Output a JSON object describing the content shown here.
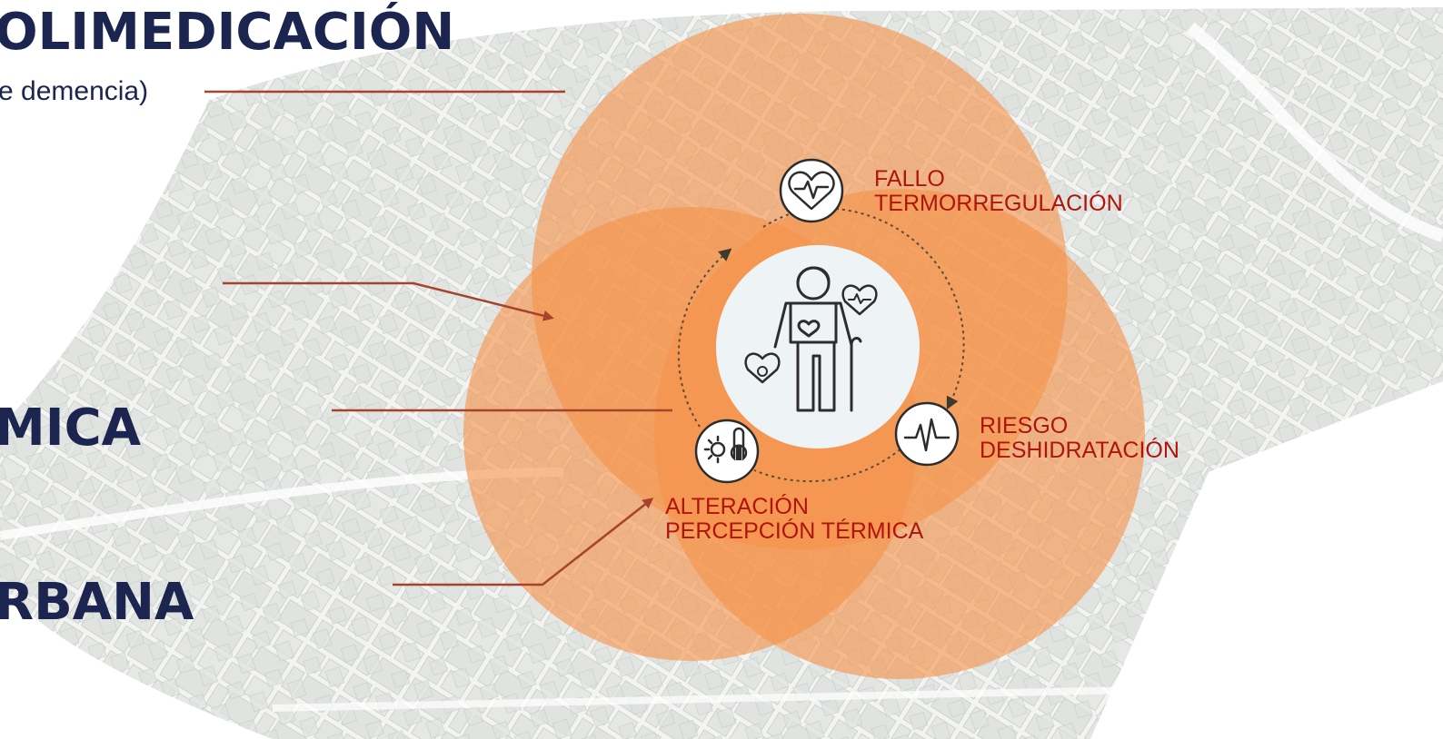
{
  "headings": {
    "top": "OLIMEDICACIÓN",
    "top_sub": "e demencia)",
    "middle": "MICA",
    "bottom": "RBANA"
  },
  "cycle_labels": {
    "top": {
      "line1": "FALLO",
      "line2": "TERMORREGULACIÓN"
    },
    "right": {
      "line1": "RIESGO",
      "line2": "DESHIDRATACIÓN"
    },
    "left": {
      "line1": "ALTERACIÓN",
      "line2": "PERCEPCIÓN TÉRMICA"
    }
  },
  "icons": {
    "center": "elderly-person-icon",
    "top": "heartbeat-icon",
    "right": "pulse-icon",
    "left": "thermometer-icon",
    "heart": "heart-pulse-icon",
    "shield": "virus-shield-icon"
  },
  "colors": {
    "heading": "#1b2550",
    "label": "#b0140c",
    "circle": "#f5934b",
    "connector": "#a5442a",
    "center_disc": "#eef3f5"
  }
}
